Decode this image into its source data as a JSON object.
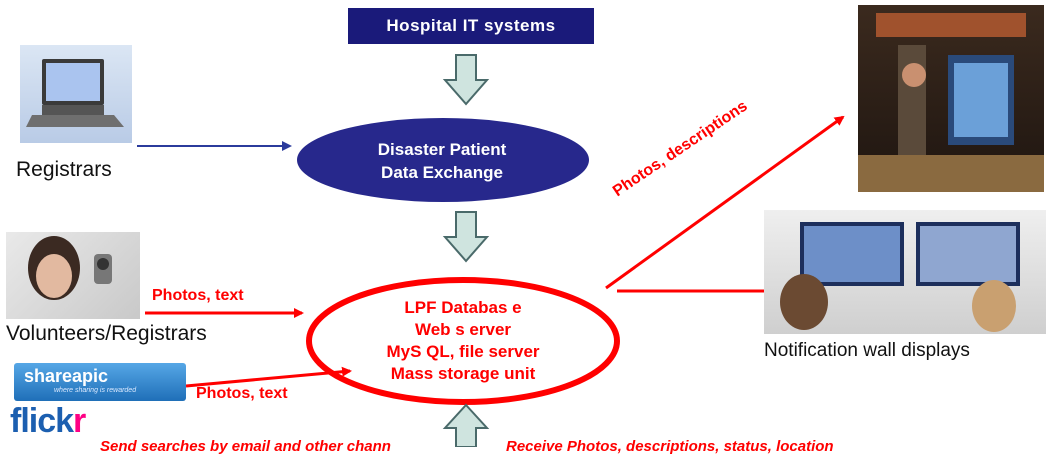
{
  "hospital_box": {
    "label": "Hospital IT systems"
  },
  "dpde": {
    "line1": "Disaster Patient",
    "line2": "Data Exchange"
  },
  "lpf": {
    "line1": "LPF Databas e",
    "line2": "Web s erver",
    "line3": "MyS QL, file server",
    "line4": "Mass storage unit"
  },
  "sources": {
    "registrars": "Registrars",
    "volunteers": "Volunteers/Registrars",
    "shareapic_name": "shareapic",
    "shareapic_tagline": "where sharing is rewarded",
    "flickr_main": "flick",
    "flickr_r": "r"
  },
  "flows": {
    "volunteers_label": "Photos, text",
    "shareapic_label": "Photos, text",
    "displays_label": "Photos, descriptions"
  },
  "outputs": {
    "wall_label": "Notification wall displays"
  },
  "bottom_text": {
    "left": "Send searches by email and other chann",
    "right": "Receive Photos, descriptions, status, location"
  },
  "colors": {
    "navy": "#1a1a7a",
    "ellipse_fill": "#27288c",
    "flow_red": "#ff0000",
    "arrow_blue": "#2b3b9c",
    "down_arrow_fill": "#cfe4df",
    "down_arrow_stroke": "#4a6a6a"
  }
}
